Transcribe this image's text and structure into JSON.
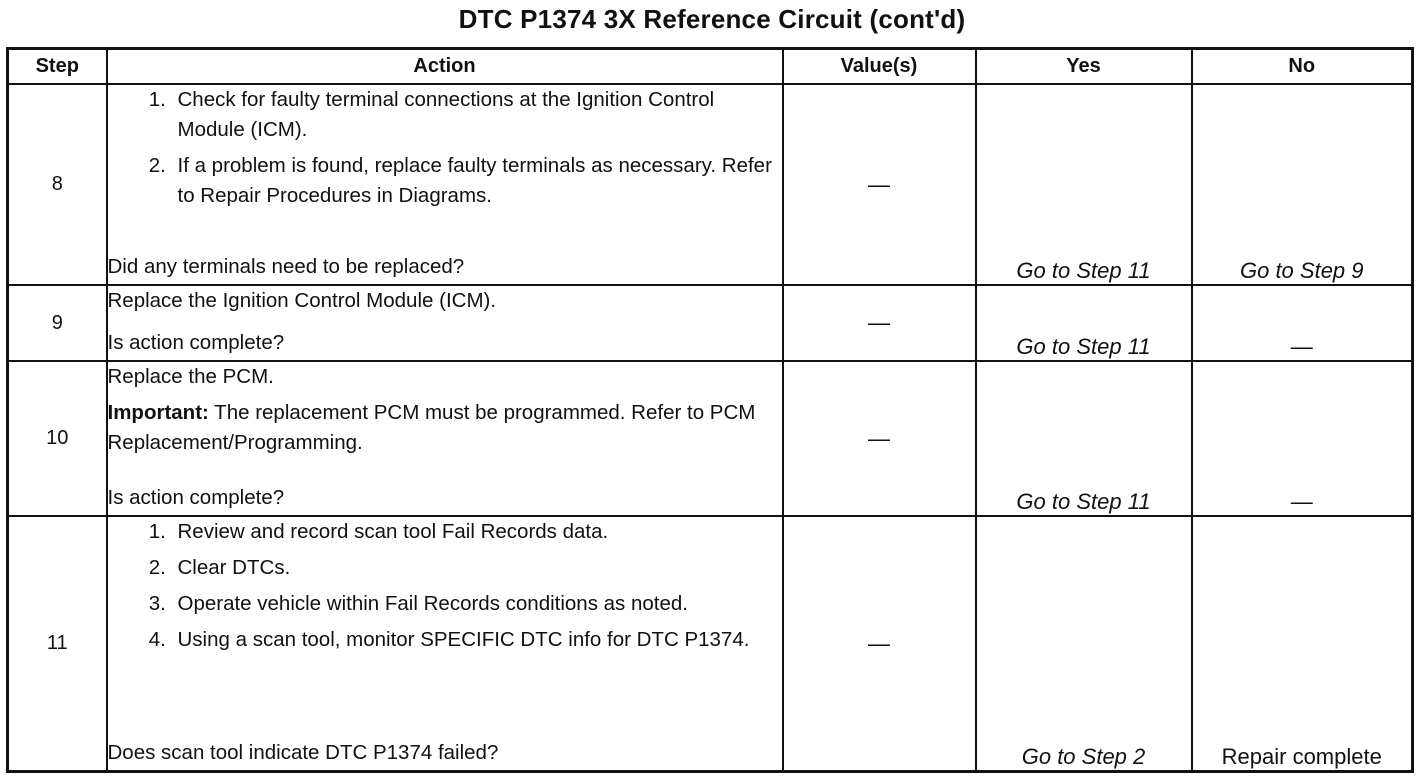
{
  "title": "DTC P1374 3X Reference Circuit (cont'd)",
  "headers": {
    "step": "Step",
    "action": "Action",
    "values": "Value(s)",
    "yes": "Yes",
    "no": "No"
  },
  "rows": [
    {
      "step": "8",
      "items": [
        "Check for faulty terminal connections at the Ignition Control Module (ICM).",
        "If a problem is found, replace faulty terminals as necessary. Refer to Repair Procedures in Diagrams."
      ],
      "question": "Did any terminals need to be replaced?",
      "value": "—",
      "yes": "Go to Step 11",
      "no": "Go to Step 9"
    },
    {
      "step": "9",
      "text": "Replace the Ignition Control Module (ICM).",
      "question": "Is action complete?",
      "value": "—",
      "yes": "Go to Step 11",
      "no": "—"
    },
    {
      "step": "10",
      "text": "Replace the PCM.",
      "important_label": "Important:",
      "important_text": " The replacement PCM must be programmed. Refer to PCM Replacement/Programming.",
      "question": "Is action complete?",
      "value": "—",
      "yes": "Go to Step 11",
      "no": "—"
    },
    {
      "step": "11",
      "items": [
        "Review and record scan tool Fail Records data.",
        "Clear DTCs.",
        "Operate vehicle within Fail Records conditions as noted.",
        "Using a scan tool, monitor SPECIFIC DTC info for DTC P1374."
      ],
      "question": "Does scan tool indicate DTC P1374 failed?",
      "value": "—",
      "yes": "Go to Step 2",
      "no": "Repair complete"
    }
  ]
}
